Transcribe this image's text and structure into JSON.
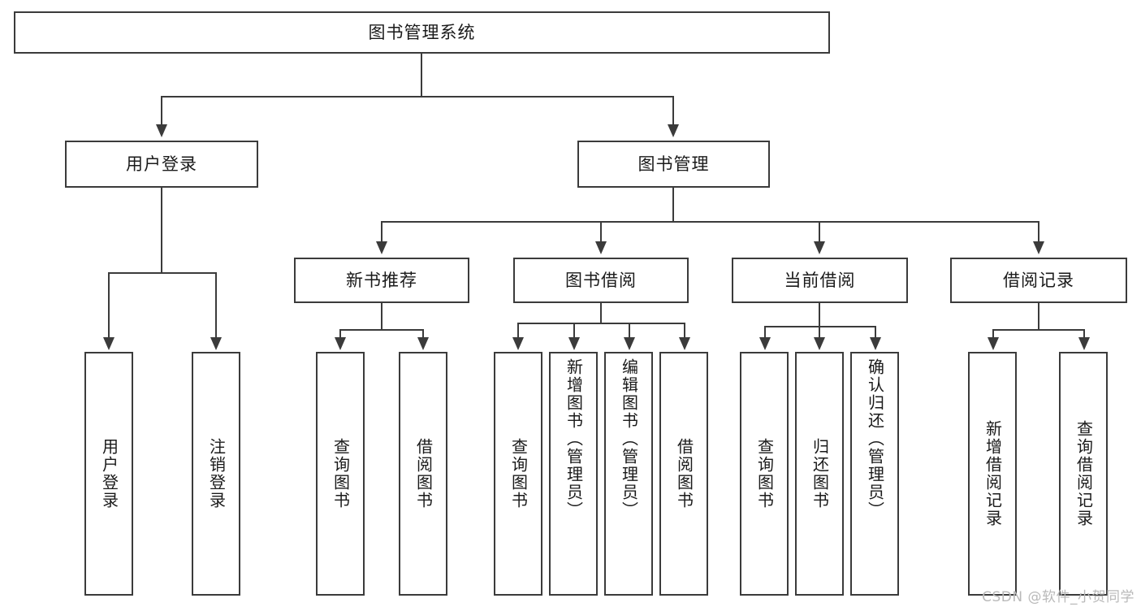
{
  "diagram": {
    "type": "tree-hierarchy-diagram",
    "title": "图书管理系统",
    "watermark": "CSDN @软件_小贺同学",
    "colors": {
      "stroke": "#3b3b3b",
      "fill": "#ffffff",
      "text": "#1a1a1a",
      "watermark": "#b9b9b9"
    },
    "root": {
      "label": "图书管理系统"
    },
    "level2": [
      {
        "label": "用户登录"
      },
      {
        "label": "图书管理"
      }
    ],
    "level3": [
      {
        "label": "新书推荐"
      },
      {
        "label": "图书借阅"
      },
      {
        "label": "当前借阅"
      },
      {
        "label": "借阅记录"
      }
    ],
    "leaves": {
      "user_login": [
        {
          "label": "用户登录"
        },
        {
          "label": "注销登录"
        }
      ],
      "new_book_recommend": [
        {
          "label": "查询图书"
        },
        {
          "label": "借阅图书"
        }
      ],
      "book_borrow": [
        {
          "label": "查询图书"
        },
        {
          "label": "新增图书（管理员）"
        },
        {
          "label": "编辑图书（管理员）"
        },
        {
          "label": "借阅图书"
        }
      ],
      "current_borrow": [
        {
          "label": "查询图书"
        },
        {
          "label": "归还图书"
        },
        {
          "label": "确认归还（管理员）"
        }
      ],
      "borrow_record": [
        {
          "label": "新增借阅记录"
        },
        {
          "label": "查询借阅记录"
        }
      ]
    }
  }
}
